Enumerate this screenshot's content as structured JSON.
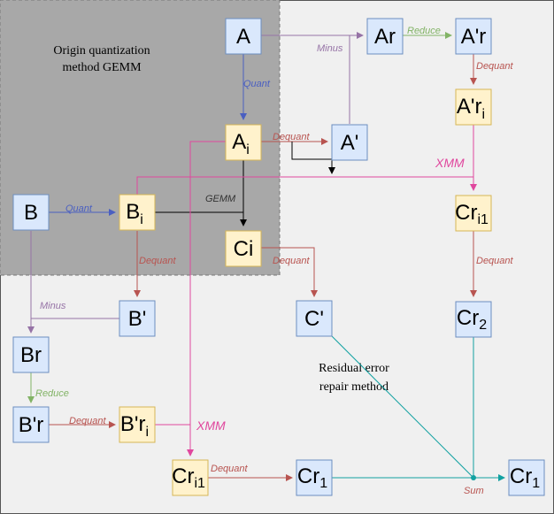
{
  "colors": {
    "canvas": "#f0f0f0",
    "shaded_region": "#a8a8a8",
    "blue_node_fill": "#dae8fc",
    "blue_node_stroke": "#6c8ebf",
    "yellow_node_fill": "#fff2cc",
    "yellow_node_stroke": "#d6b656",
    "quant": "#4a5fc1",
    "dequant": "#b85450",
    "minus": "#9673a6",
    "reduce": "#82b366",
    "xmm": "#e0479e",
    "sum": "#12a1a1",
    "gemm": "#000000"
  },
  "regions": {
    "origin_title_line1": "Origin quantization",
    "origin_title_line2": "method GEMM",
    "residual_title_line1": "Residual error",
    "residual_title_line2": "repair method"
  },
  "nodes": {
    "A": {
      "main": "A",
      "sub": ""
    },
    "Ar": {
      "main": "Ar",
      "sub": ""
    },
    "A_prime_r": {
      "main": "A'r",
      "sub": ""
    },
    "A_i": {
      "main": "A",
      "sub": "i"
    },
    "A_prime": {
      "main": "A'",
      "sub": ""
    },
    "A_prime_r_i": {
      "main": "A'r",
      "sub": "i"
    },
    "B": {
      "main": "B",
      "sub": ""
    },
    "B_i": {
      "main": "B",
      "sub": "i"
    },
    "C_i": {
      "main": "Ci",
      "sub": ""
    },
    "Cr_i1_top": {
      "main": "Cr",
      "sub": "i1"
    },
    "B_prime": {
      "main": "B'",
      "sub": ""
    },
    "C_prime": {
      "main": "C'",
      "sub": ""
    },
    "Cr_2": {
      "main": "Cr",
      "sub": "2"
    },
    "Br": {
      "main": "Br",
      "sub": ""
    },
    "B_prime_r": {
      "main": "B'r",
      "sub": ""
    },
    "B_prime_r_i": {
      "main": "B'r",
      "sub": "i"
    },
    "Cr_i1_bottom": {
      "main": "Cr",
      "sub": "i1"
    },
    "Cr_1_mid": {
      "main": "Cr",
      "sub": "1"
    },
    "Cr_1_out": {
      "main": "Cr",
      "sub": "1"
    }
  },
  "edge_labels": {
    "quant_a": "Quant",
    "quant_b": "Quant",
    "minus_a": "Minus",
    "minus_b": "Minus",
    "reduce_a": "Reduce",
    "reduce_b": "Reduce",
    "dequant_a": "Dequant",
    "dequant_b": "Dequant",
    "dequant_c": "Dequant",
    "dequant_ar": "Dequant",
    "dequant_cr": "Dequant",
    "dequant_bri": "Dequant",
    "dequant_cri": "Dequant",
    "gemm": "GEMM",
    "xmm_top": "XMM",
    "xmm_bottom": "XMM",
    "sum": "Sum"
  }
}
